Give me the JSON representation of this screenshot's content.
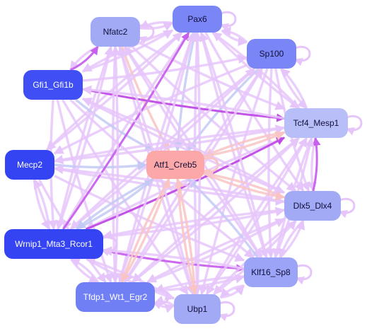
{
  "nodes": [
    {
      "id": "pax6",
      "label": "Pax6",
      "fill": "#7b86f6",
      "text_color": "#10103a"
    },
    {
      "id": "nfatc2",
      "label": "Nfatc2",
      "fill": "#a2aaf6",
      "text_color": "#10103a"
    },
    {
      "id": "sp100",
      "label": "Sp100",
      "fill": "#7b86f6",
      "text_color": "#10103a"
    },
    {
      "id": "gfi1",
      "label": "Gfi1_Gfi1b",
      "fill": "#3f4ff4",
      "text_color": "#ffffff"
    },
    {
      "id": "tcf4",
      "label": "Tcf4_Mesp1",
      "fill": "#b8bef8",
      "text_color": "#10103a"
    },
    {
      "id": "mecp2",
      "label": "Mecp2",
      "fill": "#3444f2",
      "text_color": "#ffffff"
    },
    {
      "id": "atf1",
      "label": "Atf1_Creb5",
      "fill": "#fca8a8",
      "text_color": "#10103a"
    },
    {
      "id": "dlx5",
      "label": "Dlx5_Dlx4",
      "fill": "#a2aaf6",
      "text_color": "#10103a"
    },
    {
      "id": "wrnip1",
      "label": "Wrnip1_Mta3_Rcor1",
      "fill": "#3444f2",
      "text_color": "#ffffff"
    },
    {
      "id": "klf16",
      "label": "Klf16_Sp8",
      "fill": "#9ba4f6",
      "text_color": "#10103a"
    },
    {
      "id": "tfdp1",
      "label": "Tfdp1_Wt1_Egr2",
      "fill": "#7080f4",
      "text_color": "#ffffff"
    },
    {
      "id": "ubp1",
      "label": "Ubp1",
      "fill": "#a2aaf6",
      "text_color": "#10103a"
    }
  ],
  "edges": [
    [
      "pax6",
      "nfatc2",
      "#e6c6fa"
    ],
    [
      "pax6",
      "sp100",
      "#e6c6fa"
    ],
    [
      "pax6",
      "tcf4",
      "#e6c6fa"
    ],
    [
      "pax6",
      "atf1",
      "#c3c9f4"
    ],
    [
      "pax6",
      "dlx5",
      "#e6c6fa"
    ],
    [
      "pax6",
      "klf16",
      "#e6c6fa"
    ],
    [
      "pax6",
      "ubp1",
      "#e6c6fa"
    ],
    [
      "pax6",
      "tfdp1",
      "#e6c6fa"
    ],
    [
      "pax6",
      "wrnip1",
      "#e6c6fa"
    ],
    [
      "pax6",
      "gfi1",
      "#e6c6fa"
    ],
    [
      "pax6",
      "mecp2",
      "#e6c6fa"
    ],
    [
      "nfatc2",
      "pax6",
      "#e6c6fa"
    ],
    [
      "nfatc2",
      "atf1",
      "#f9c4c4"
    ],
    [
      "nfatc2",
      "tcf4",
      "#e6c6fa"
    ],
    [
      "nfatc2",
      "dlx5",
      "#e6c6fa"
    ],
    [
      "nfatc2",
      "klf16",
      "#e6c6fa"
    ],
    [
      "nfatc2",
      "ubp1",
      "#e6c6fa"
    ],
    [
      "nfatc2",
      "tfdp1",
      "#e6c6fa"
    ],
    [
      "nfatc2",
      "wrnip1",
      "#e6c6fa"
    ],
    [
      "nfatc2",
      "gfi1",
      "#e6c6fa"
    ],
    [
      "sp100",
      "atf1",
      "#c3c9f4"
    ],
    [
      "sp100",
      "tcf4",
      "#e6c6fa"
    ],
    [
      "sp100",
      "dlx5",
      "#e6c6fa"
    ],
    [
      "sp100",
      "klf16",
      "#e6c6fa"
    ],
    [
      "sp100",
      "ubp1",
      "#e6c6fa"
    ],
    [
      "sp100",
      "tfdp1",
      "#e6c6fa"
    ],
    [
      "sp100",
      "wrnip1",
      "#e6c6fa"
    ],
    [
      "sp100",
      "pax6",
      "#e6c6fa"
    ],
    [
      "sp100",
      "mecp2",
      "#e6c6fa"
    ],
    [
      "gfi1",
      "tcf4",
      "#c04ae6"
    ],
    [
      "gfi1",
      "atf1",
      "#c3c9f4"
    ],
    [
      "gfi1",
      "nfatc2",
      "#c860ee"
    ],
    [
      "gfi1",
      "pax6",
      "#e6c6fa"
    ],
    [
      "gfi1",
      "sp100",
      "#e6c6fa"
    ],
    [
      "gfi1",
      "dlx5",
      "#e6c6fa"
    ],
    [
      "gfi1",
      "klf16",
      "#e6c6fa"
    ],
    [
      "gfi1",
      "tfdp1",
      "#e6c6fa"
    ],
    [
      "gfi1",
      "wrnip1",
      "#e6c6fa"
    ],
    [
      "gfi1",
      "ubp1",
      "#e6c6fa"
    ],
    [
      "tcf4",
      "atf1",
      "#f9c4c4"
    ],
    [
      "tcf4",
      "pax6",
      "#e6c6fa"
    ],
    [
      "tcf4",
      "sp100",
      "#e6c6fa"
    ],
    [
      "tcf4",
      "dlx5",
      "#e6c6fa"
    ],
    [
      "tcf4",
      "klf16",
      "#e6c6fa"
    ],
    [
      "tcf4",
      "ubp1",
      "#e6c6fa"
    ],
    [
      "tcf4",
      "tfdp1",
      "#e6c6fa"
    ],
    [
      "tcf4",
      "wrnip1",
      "#e6c6fa"
    ],
    [
      "tcf4",
      "gfi1",
      "#e6c6fa"
    ],
    [
      "tcf4",
      "mecp2",
      "#e6c6fa"
    ],
    [
      "mecp2",
      "atf1",
      "#c3c9f4"
    ],
    [
      "mecp2",
      "pax6",
      "#e6c6fa"
    ],
    [
      "mecp2",
      "tcf4",
      "#e6c6fa"
    ],
    [
      "mecp2",
      "wrnip1",
      "#e6c6fa"
    ],
    [
      "mecp2",
      "tfdp1",
      "#e6c6fa"
    ],
    [
      "mecp2",
      "klf16",
      "#e6c6fa"
    ],
    [
      "mecp2",
      "dlx5",
      "#e6c6fa"
    ],
    [
      "wrnip1",
      "tcf4",
      "#c04ae6"
    ],
    [
      "wrnip1",
      "atf1",
      "#c3c9f4"
    ],
    [
      "wrnip1",
      "pax6",
      "#c860ee"
    ],
    [
      "wrnip1",
      "klf16",
      "#c860ee"
    ],
    [
      "wrnip1",
      "nfatc2",
      "#e6c6fa"
    ],
    [
      "wrnip1",
      "tfdp1",
      "#e6c6fa"
    ],
    [
      "wrnip1",
      "ubp1",
      "#e6c6fa"
    ],
    [
      "wrnip1",
      "dlx5",
      "#e6c6fa"
    ],
    [
      "wrnip1",
      "sp100",
      "#e6c6fa"
    ],
    [
      "wrnip1",
      "mecp2",
      "#e6c6fa"
    ],
    [
      "dlx5",
      "atf1",
      "#f9c4c4"
    ],
    [
      "dlx5",
      "tcf4",
      "#c860ee"
    ],
    [
      "dlx5",
      "klf16",
      "#e6c6fa"
    ],
    [
      "dlx5",
      "ubp1",
      "#e6c6fa"
    ],
    [
      "dlx5",
      "tfdp1",
      "#e6c6fa"
    ],
    [
      "dlx5",
      "wrnip1",
      "#e6c6fa"
    ],
    [
      "dlx5",
      "mecp2",
      "#e6c6fa"
    ],
    [
      "dlx5",
      "gfi1",
      "#e6c6fa"
    ],
    [
      "klf16",
      "atf1",
      "#c3c9f4"
    ],
    [
      "klf16",
      "tcf4",
      "#e6c6fa"
    ],
    [
      "klf16",
      "dlx5",
      "#e6c6fa"
    ],
    [
      "klf16",
      "ubp1",
      "#e6c6fa"
    ],
    [
      "klf16",
      "tfdp1",
      "#e6c6fa"
    ],
    [
      "klf16",
      "wrnip1",
      "#e6c6fa"
    ],
    [
      "klf16",
      "pax6",
      "#e6c6fa"
    ],
    [
      "klf16",
      "nfatc2",
      "#e6c6fa"
    ],
    [
      "tfdp1",
      "atf1",
      "#f9c4c4"
    ],
    [
      "tfdp1",
      "tcf4",
      "#e6c6fa"
    ],
    [
      "tfdp1",
      "nfatc2",
      "#e6c6fa"
    ],
    [
      "tfdp1",
      "pax6",
      "#e6c6fa"
    ],
    [
      "tfdp1",
      "ubp1",
      "#e6c6fa"
    ],
    [
      "tfdp1",
      "klf16",
      "#e6c6fa"
    ],
    [
      "tfdp1",
      "wrnip1",
      "#e6c6fa"
    ],
    [
      "tfdp1",
      "dlx5",
      "#e6c6fa"
    ],
    [
      "tfdp1",
      "sp100",
      "#e6c6fa"
    ],
    [
      "ubp1",
      "atf1",
      "#f9c4c4"
    ],
    [
      "ubp1",
      "pax6",
      "#e6c6fa"
    ],
    [
      "ubp1",
      "tcf4",
      "#e6c6fa"
    ],
    [
      "ubp1",
      "dlx5",
      "#e6c6fa"
    ],
    [
      "ubp1",
      "klf16",
      "#e6c6fa"
    ],
    [
      "ubp1",
      "tfdp1",
      "#e6c6fa"
    ],
    [
      "ubp1",
      "wrnip1",
      "#e6c6fa"
    ],
    [
      "ubp1",
      "nfatc2",
      "#e6c6fa"
    ],
    [
      "atf1",
      "tcf4",
      "#f9c4c4"
    ],
    [
      "atf1",
      "dlx5",
      "#f9c4c4"
    ],
    [
      "atf1",
      "tfdp1",
      "#f9c4c4"
    ],
    [
      "atf1",
      "wrnip1",
      "#c3c9f4"
    ],
    [
      "atf1",
      "ubp1",
      "#f9c4c4"
    ]
  ],
  "self_loops": [
    "pax6",
    "nfatc2",
    "sp100",
    "tcf4",
    "atf1",
    "dlx5",
    "klf16",
    "ubp1",
    "tfdp1",
    "wrnip1"
  ]
}
